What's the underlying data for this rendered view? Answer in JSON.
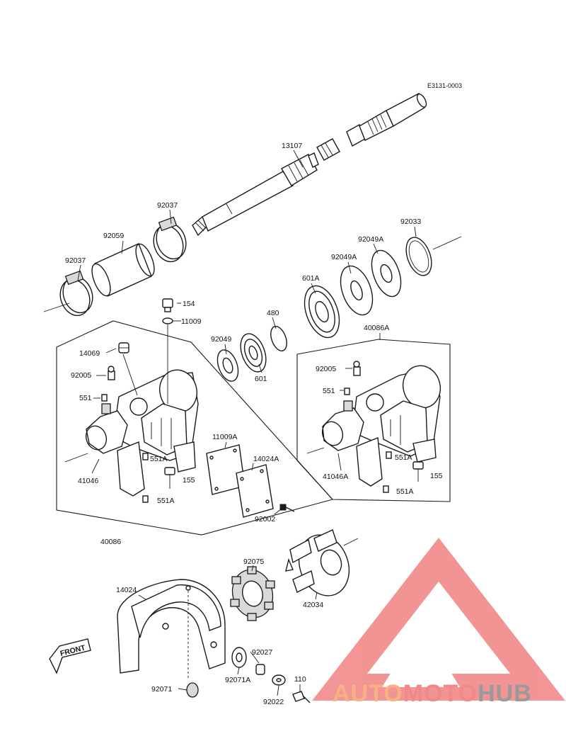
{
  "diagram": {
    "ref_code": "E3131-0003",
    "part_labels": [
      "13107",
      "92037",
      "92059",
      "92037",
      "154",
      "11009",
      "480",
      "92049",
      "601",
      "601A",
      "92049A",
      "92049A",
      "92033",
      "40086A",
      "14069",
      "92005",
      "551",
      "551A",
      "155",
      "551A",
      "41046",
      "11009A",
      "14024A",
      "92002",
      "40086",
      "92005",
      "551",
      "551A",
      "155",
      "551A",
      "41046A",
      "92075",
      "42034",
      "14024",
      "92027",
      "92071A",
      "92071",
      "92022",
      "110"
    ],
    "front_marker": "FRONT"
  },
  "watermark": {
    "part1": "AUTO",
    "part2": "MOTO",
    "part3": "HUB",
    "colors": {
      "auto": "#f5b183",
      "moto": "#f08a8a",
      "hub": "#9a9a9a",
      "triangle": "#f07a7a"
    }
  }
}
